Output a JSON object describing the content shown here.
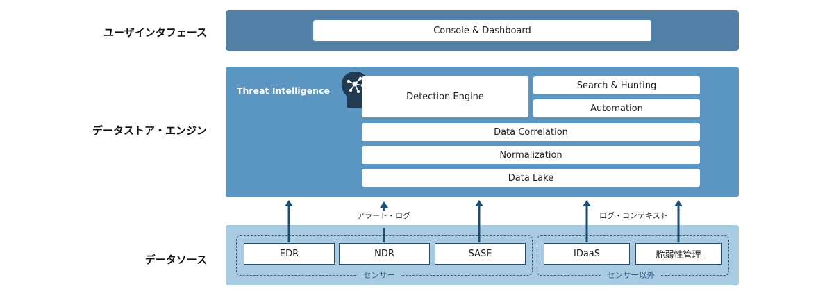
{
  "rows": {
    "ui_label": "ユーザインタフェース",
    "store_label": "データストア・エンジン",
    "source_label": "データソース"
  },
  "ui": {
    "console": "Console & Dashboard"
  },
  "store": {
    "threat_intel": "Threat Intelligence",
    "detection_engine": "Detection Engine",
    "search_hunting": "Search & Hunting",
    "automation": "Automation",
    "data_correlation": "Data Correlation",
    "normalization": "Normalization",
    "data_lake": "Data Lake"
  },
  "flows": {
    "alert_log": "アラート・ログ",
    "log_context": "ログ・コンテキスト"
  },
  "sources": {
    "sensors_group": "センサー",
    "non_sensors_group": "センサー以外",
    "edr": "EDR",
    "ndr": "NDR",
    "sase": "SASE",
    "idaas": "IDaaS",
    "vuln": "脆弱性管理"
  },
  "colors": {
    "ui_band": "#517fa6",
    "store_band": "#5b97c2",
    "source_band": "#a9cbe1",
    "arrow": "#1f4e73",
    "icon": "#223a52"
  },
  "icons": {
    "threat_intel_icon": "head-network-icon"
  }
}
